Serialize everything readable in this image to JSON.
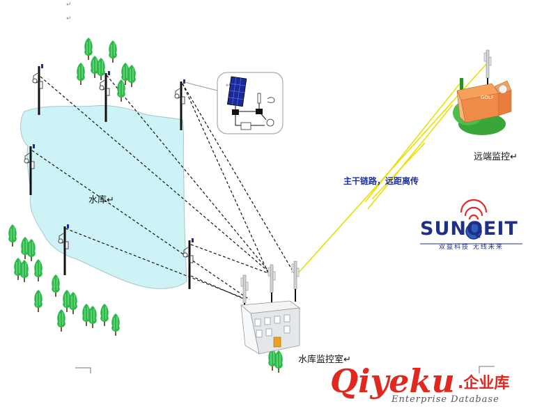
{
  "labels": {
    "reservoir": "水库↵",
    "control_room": "水库监控室↵",
    "remote": "远端监控↵",
    "link": "主干链路，远距离传",
    "para_marks": [
      "↵",
      "↵"
    ],
    "solar_mark": "↵"
  },
  "logo": {
    "brand": "SUNQEIT",
    "slogan": "双益科技 无线未来"
  },
  "watermark": {
    "brand": "Qiyeku",
    "cn": ".企业库",
    "sub": "Enterprise Database"
  },
  "colors": {
    "water": "#cdf3f7",
    "link_line": "#e8e000",
    "tree": "#2db84a",
    "logo_blue": "#1f2f86",
    "watermark_red": "#e0281e"
  }
}
